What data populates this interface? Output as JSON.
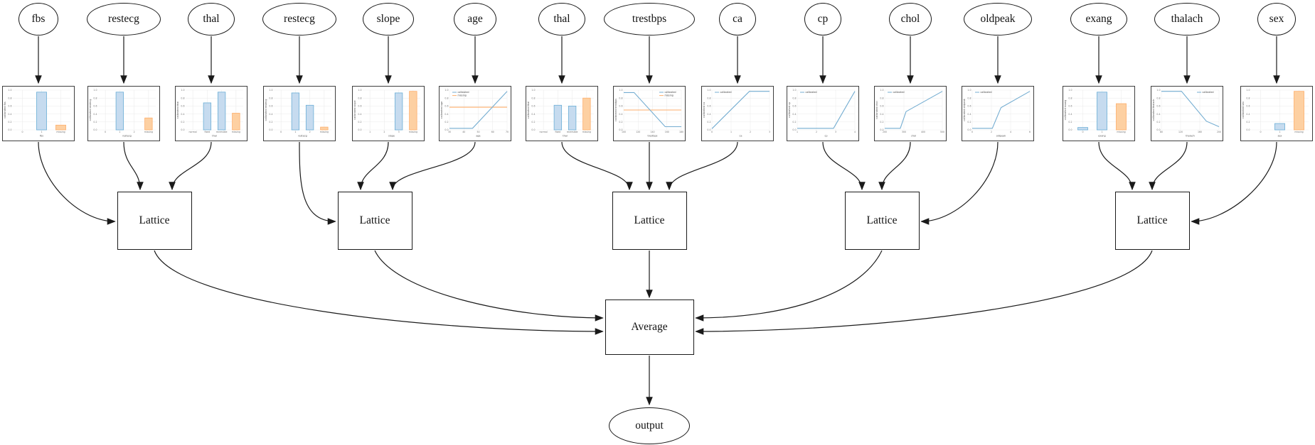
{
  "diagram": {
    "average_label": "Average",
    "output_label": "output",
    "lattice_label": "Lattice"
  },
  "lattices": [
    {
      "label": "Lattice"
    },
    {
      "label": "Lattice"
    },
    {
      "label": "Lattice"
    },
    {
      "label": "Lattice"
    },
    {
      "label": "Lattice"
    }
  ],
  "axis": {
    "yticks": [
      "0.0",
      "0.2",
      "0.4",
      "0.6",
      "0.8",
      "1.0"
    ]
  },
  "colors": {
    "bar_blue_fill": "#c6dbef",
    "bar_blue_edge": "#6baed6",
    "bar_orange_fill": "#fdd0a2",
    "bar_orange_edge": "#fdae6b",
    "line_blue": "#74add1",
    "line_orange": "#fdae6b",
    "grid": "#e9e9e9",
    "axis_text": "#707070",
    "label_text": "#555555",
    "edge": "#1a1a1a",
    "chart_border": "#3f3f3f",
    "node_border": "#1a1a1a"
  },
  "chart_data": [
    {
      "feature": "fbs",
      "group": 1,
      "type": "bar",
      "categories": [
        "0",
        "1",
        "missing"
      ],
      "values": [
        0,
        0.95,
        0.12
      ],
      "missing_index": 2,
      "ylabel": "calibrated fbs",
      "xlabel": "fbs"
    },
    {
      "feature": "restecg",
      "group": 1,
      "type": "bar",
      "categories": [
        "0",
        "1",
        "2",
        "missing"
      ],
      "values": [
        0,
        0.95,
        0,
        0.3
      ],
      "missing_index": 3,
      "ylabel": "calibrated restecg",
      "xlabel": "restecg"
    },
    {
      "feature": "thal",
      "group": 1,
      "type": "bar",
      "categories": [
        "normal",
        "fixed",
        "reversible",
        "missing"
      ],
      "values": [
        0,
        0.68,
        0.95,
        0.42
      ],
      "missing_index": 3,
      "ylabel": "calibrated thal",
      "xlabel": "thal"
    },
    {
      "feature": "restecg",
      "group": 2,
      "type": "bar",
      "categories": [
        "0",
        "1",
        "2",
        "missing"
      ],
      "values": [
        0,
        0.93,
        0.62,
        0.07
      ],
      "missing_index": 3,
      "ylabel": "calibrated restecg",
      "xlabel": "restecg"
    },
    {
      "feature": "slope",
      "group": 2,
      "type": "bar",
      "categories": [
        "1",
        "2",
        "3",
        "missing"
      ],
      "values": [
        0,
        0,
        0.93,
        0.97
      ],
      "missing_index": 3,
      "ylabel": "calibrated slope",
      "xlabel": "slope"
    },
    {
      "feature": "age",
      "group": 2,
      "type": "line",
      "line": [
        [
          0,
          0.04
        ],
        [
          0.4,
          0.04
        ],
        [
          0.62,
          0.38
        ],
        [
          1,
          0.97
        ]
      ],
      "missing_line_y": 0.57,
      "legend": [
        "calibrated",
        "missing"
      ],
      "legend_pos": "tl",
      "xticks": [
        "30",
        "40",
        "50",
        "60",
        "70"
      ],
      "ylabel": "calibrated age",
      "xlabel": "age"
    },
    {
      "feature": "thal",
      "group": 3,
      "type": "bar",
      "categories": [
        "normal",
        "fixed",
        "reversible",
        "missing"
      ],
      "values": [
        0,
        0.62,
        0.6,
        0.8
      ],
      "missing_index": 3,
      "ylabel": "calibrated thal",
      "xlabel": "thal"
    },
    {
      "feature": "trestbps",
      "group": 3,
      "type": "line",
      "line": [
        [
          0,
          0.94
        ],
        [
          0.18,
          0.94
        ],
        [
          0.72,
          0.08
        ],
        [
          1,
          0.08
        ]
      ],
      "missing_line_y": 0.5,
      "legend": [
        "calibrated",
        "missing"
      ],
      "legend_pos": "tr",
      "xticks": [
        "100",
        "120",
        "140",
        "160",
        "180"
      ],
      "ylabel": "calibrated trestbps",
      "xlabel": "trestbps"
    },
    {
      "feature": "ca",
      "group": 3,
      "type": "line",
      "line": [
        [
          0,
          0.03
        ],
        [
          0.65,
          0.97
        ],
        [
          1,
          0.97
        ]
      ],
      "legend": [
        "calibrated"
      ],
      "legend_pos": "tl",
      "xticks": [
        "0",
        "1",
        "2",
        "3"
      ],
      "ylabel": "calibrated ca",
      "xlabel": "ca"
    },
    {
      "feature": "cp",
      "group": 4,
      "type": "line",
      "line": [
        [
          0,
          0.04
        ],
        [
          0.63,
          0.04
        ],
        [
          1,
          0.97
        ]
      ],
      "legend": [
        "calibrated"
      ],
      "legend_pos": "tl",
      "xticks": [
        "1",
        "2",
        "3",
        "4"
      ],
      "ylabel": "calibrated cp",
      "xlabel": "cp"
    },
    {
      "feature": "chol",
      "group": 4,
      "type": "line",
      "line": [
        [
          0,
          0.04
        ],
        [
          0.27,
          0.04
        ],
        [
          0.37,
          0.46
        ],
        [
          1,
          0.97
        ]
      ],
      "legend": [
        "calibrated"
      ],
      "legend_pos": "tl",
      "xticks": [
        "200",
        "300",
        "400",
        "500"
      ],
      "ylabel": "calibrated chol",
      "xlabel": "chol"
    },
    {
      "feature": "oldpeak",
      "group": 4,
      "type": "line",
      "line": [
        [
          0,
          0.04
        ],
        [
          0.35,
          0.04
        ],
        [
          0.5,
          0.56
        ],
        [
          1,
          0.97
        ]
      ],
      "legend": [
        "calibrated"
      ],
      "legend_pos": "tl",
      "xticks": [
        "0",
        "2",
        "4",
        "6"
      ],
      "ylabel": "calibrated oldpeak",
      "xlabel": "oldpeak"
    },
    {
      "feature": "exang",
      "group": 5,
      "type": "bar",
      "categories": [
        "0",
        "1",
        "missing"
      ],
      "values": [
        0.06,
        0.95,
        0.66
      ],
      "missing_index": 2,
      "ylabel": "calibrated exang",
      "xlabel": "exang"
    },
    {
      "feature": "thalach",
      "group": 5,
      "type": "line",
      "line": [
        [
          0,
          0.97
        ],
        [
          0.35,
          0.97
        ],
        [
          0.78,
          0.22
        ],
        [
          1,
          0.08
        ]
      ],
      "legend": [
        "calibrated"
      ],
      "legend_pos": "tr",
      "xticks": [
        "80",
        "120",
        "160",
        "200"
      ],
      "ylabel": "calibrated thalach",
      "xlabel": "thalach"
    },
    {
      "feature": "sex",
      "group": 5,
      "type": "bar",
      "categories": [
        "0",
        "1",
        "missing"
      ],
      "values": [
        0,
        0.16,
        0.97
      ],
      "missing_index": 2,
      "ylabel": "calibrated sex",
      "xlabel": "sex"
    }
  ]
}
